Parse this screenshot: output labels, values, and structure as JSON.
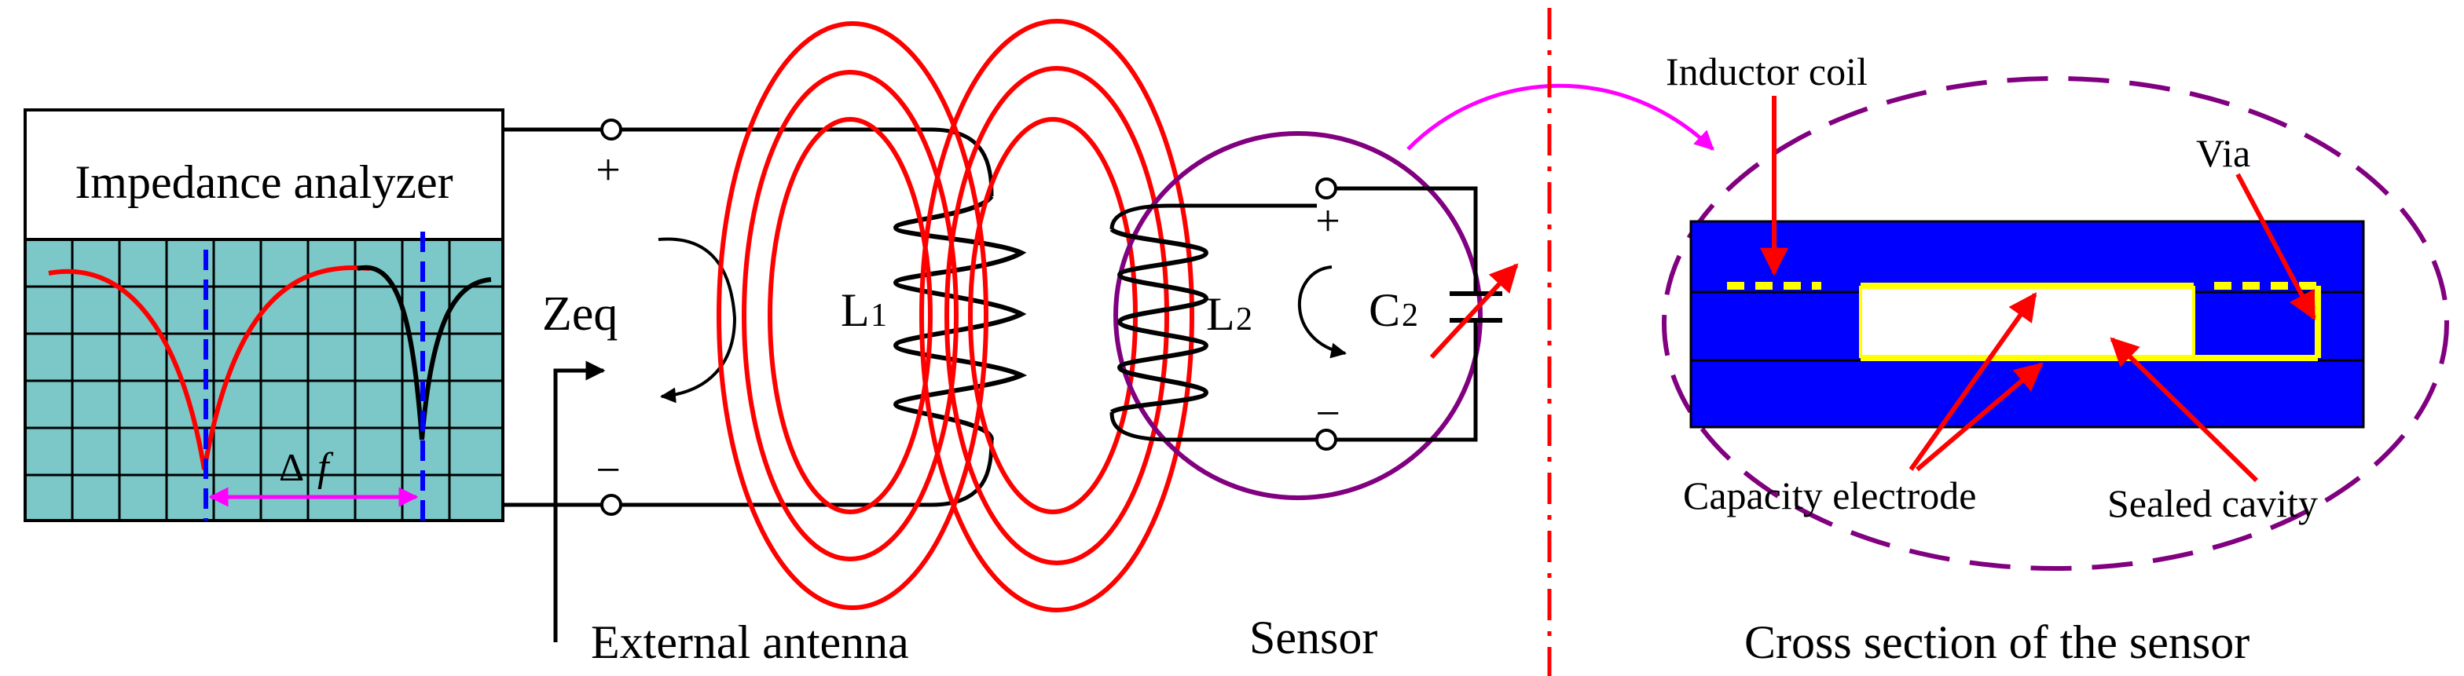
{
  "analyzer": {
    "title": "Impedance analyzer",
    "delta_f_symbol": "Δ",
    "delta_f_var": "f"
  },
  "circuit": {
    "zeq": "Zeq",
    "plus": "+",
    "minus": "−",
    "l1": "L",
    "l1_sub": "1",
    "l2": "L",
    "l2_sub": "2",
    "c2": "C",
    "c2_sub": "2"
  },
  "captions": {
    "external_antenna": "External antenna",
    "sensor": "Sensor",
    "cross_section": "Cross section of the sensor"
  },
  "cross_section": {
    "inductor_coil": "Inductor coil",
    "via": "Via",
    "capacity_electrode": "Capacity electrode",
    "sealed_cavity": "Sealed cavity"
  },
  "colors": {
    "screen": "#7CC8C8",
    "curve_red": "#FF0000",
    "curve_black": "#000000",
    "marker_blue": "#0000FF",
    "delta_magenta": "#FF00FF",
    "field_lines": "#FF0000",
    "sensor_circle": "#800080",
    "substrate": "#0000FF",
    "electrode": "#FFFF00",
    "dashed_ellipse": "#800080"
  }
}
